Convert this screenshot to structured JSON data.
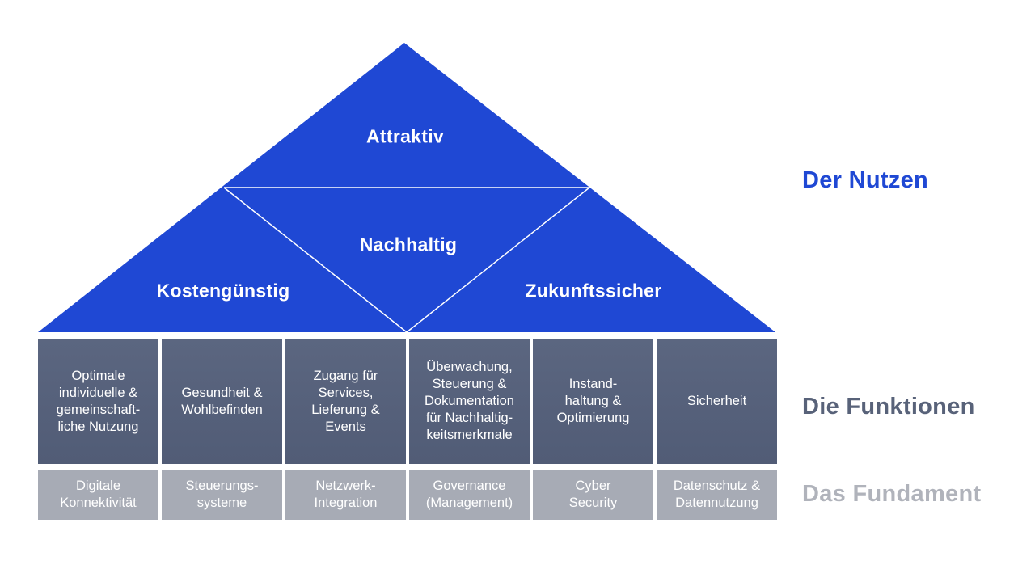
{
  "colors": {
    "roof": "#1f48d4",
    "functions": "#566079",
    "foundation": "#a7abb5",
    "label_benefit": "#1f48d4",
    "label_functions": "#586279",
    "label_foundation": "#b0b3bb"
  },
  "roof": {
    "top": "Attraktiv",
    "center": "Nachhaltig",
    "left": "Kostengünstig",
    "right": "Zukunftssicher"
  },
  "functions": [
    "Optimale\nindividuelle &\ngemeinschaft-\nliche Nutzung",
    "Gesundheit &\nWohlbefinden",
    "Zugang für\nServices,\nLieferung &\nEvents",
    "Überwachung,\nSteuerung &\nDokumentation\nfür Nachhaltig-\nkeitsmerkmale",
    "Instand-\nhaltung &\nOptimierung",
    "Sicherheit"
  ],
  "foundation": [
    "Digitale\nKonnektivität",
    "Steuerungs-\nsysteme",
    "Netzwerk-\nIntegration",
    "Governance\n(Management)",
    "Cyber\nSecurity",
    "Datenschutz &\nDatennutzung"
  ],
  "section_labels": {
    "benefit": "Der Nutzen",
    "functions": "Die Funktionen",
    "foundation": "Das Fundament"
  }
}
